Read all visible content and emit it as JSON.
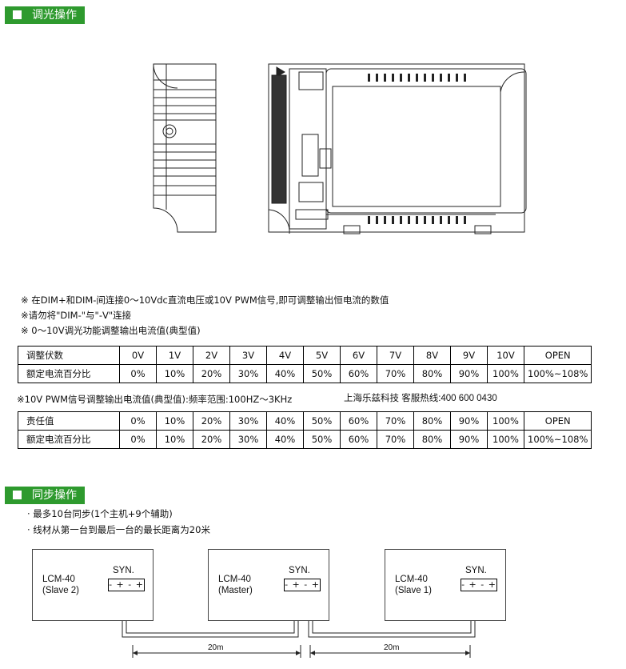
{
  "dimming": {
    "header": "调光操作",
    "notes": [
      "※ 在DIM+和DIM-间连接0～10Vdc直流电压或10V PWM信号,即可调整输出恒电流的数值",
      "※请勿将\"DIM-\"与\"-V\"连接",
      "※  0～10V调光功能调整输出电流值(典型值)"
    ],
    "table1": {
      "row1_label": "调整伏数",
      "row2_label": "额定电流百分比",
      "cols": [
        "0V",
        "1V",
        "2V",
        "3V",
        "4V",
        "5V",
        "6V",
        "7V",
        "8V",
        "9V",
        "10V",
        "OPEN"
      ],
      "values": [
        "0%",
        "10%",
        "20%",
        "30%",
        "40%",
        "50%",
        "60%",
        "70%",
        "80%",
        "90%",
        "100%",
        "100%~108%"
      ]
    },
    "pwm_note": "※10V PWM信号调整输出电流值(典型值):频率范围:100HZ～3KHz",
    "hotline": "上海乐兹科技 客服热线:400 600 0430",
    "table2": {
      "row1_label": "责任值",
      "row2_label": "额定电流百分比",
      "cols": [
        "0%",
        "10%",
        "20%",
        "30%",
        "40%",
        "50%",
        "60%",
        "70%",
        "80%",
        "90%",
        "100%",
        "OPEN"
      ],
      "values": [
        "0%",
        "10%",
        "20%",
        "30%",
        "40%",
        "50%",
        "60%",
        "70%",
        "80%",
        "90%",
        "100%",
        "100%~108%"
      ]
    }
  },
  "sync": {
    "header": "同步操作",
    "bullets": [
      "· 最多10台同步(1个主机+9个辅助)",
      "· 线材从第一台到最后一台的最长距离为20米"
    ],
    "units": [
      {
        "model": "LCM-40",
        "role": "(Slave 2)",
        "syn": "SYN.",
        "terminal": "- + - +"
      },
      {
        "model": "LCM-40",
        "role": "(Master)",
        "syn": "SYN.",
        "terminal": "- + - +"
      },
      {
        "model": "LCM-40",
        "role": "(Slave 1)",
        "syn": "SYN.",
        "terminal": "- + - +"
      }
    ],
    "distances": [
      "20m",
      "20m"
    ]
  },
  "colors": {
    "header_bg": "#2e9a2e"
  }
}
